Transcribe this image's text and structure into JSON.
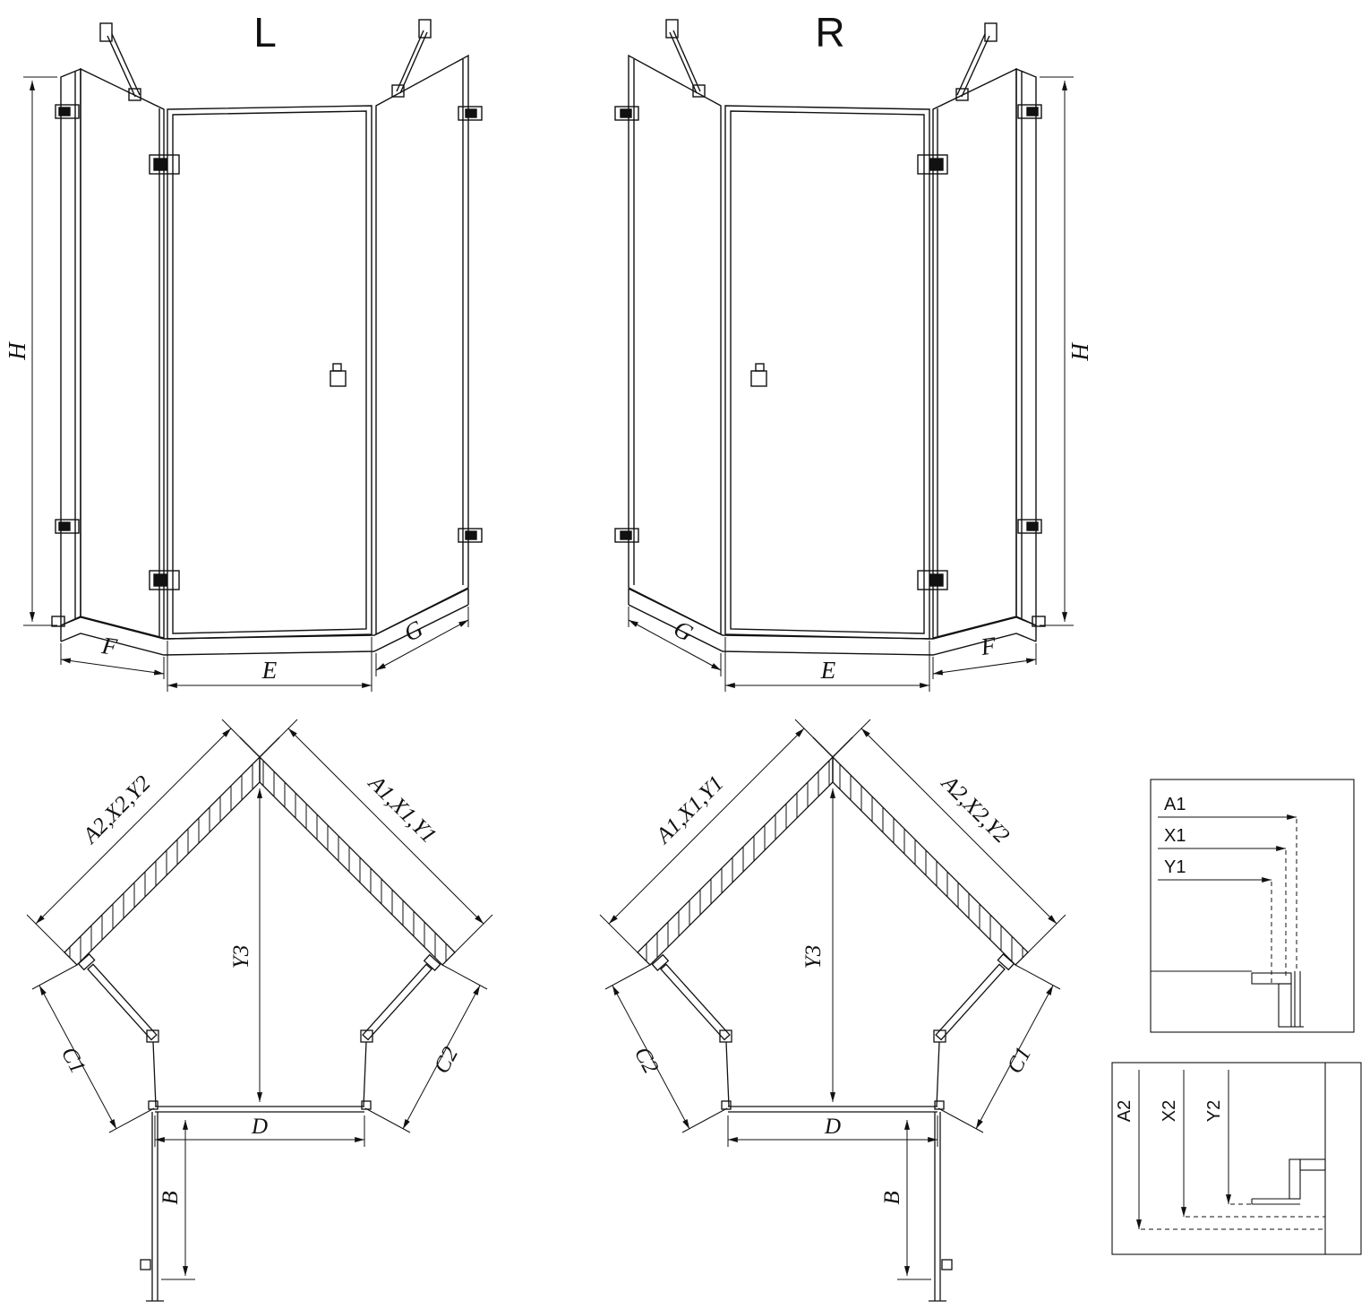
{
  "page": {
    "background": "#ffffff",
    "line_color": "#111111"
  },
  "figures": {
    "left_view": {
      "title": "L",
      "dims": {
        "h": "H",
        "f": "F",
        "e": "E",
        "g": "G"
      }
    },
    "right_view": {
      "title": "R",
      "dims": {
        "g": "G",
        "e": "E",
        "f": "F",
        "h": "H"
      }
    },
    "left_plan": {
      "wall_left": "A2,X2,Y2",
      "wall_right": "A1,X1,Y1",
      "y3": "Y3",
      "c_left": "C1",
      "c_right": "C2",
      "d": "D",
      "b": "B"
    },
    "right_plan": {
      "wall_left": "A1,X1,Y1",
      "wall_right": "A2,X2,Y2",
      "y3": "Y3",
      "c_left": "C2",
      "c_right": "C1",
      "d": "D",
      "b": "B"
    },
    "detail_horizontal": {
      "labels": {
        "a": "A1",
        "x": "X1",
        "y": "Y1"
      }
    },
    "detail_vertical": {
      "labels": {
        "a": "A2",
        "x": "X2",
        "y": "Y2"
      }
    }
  }
}
